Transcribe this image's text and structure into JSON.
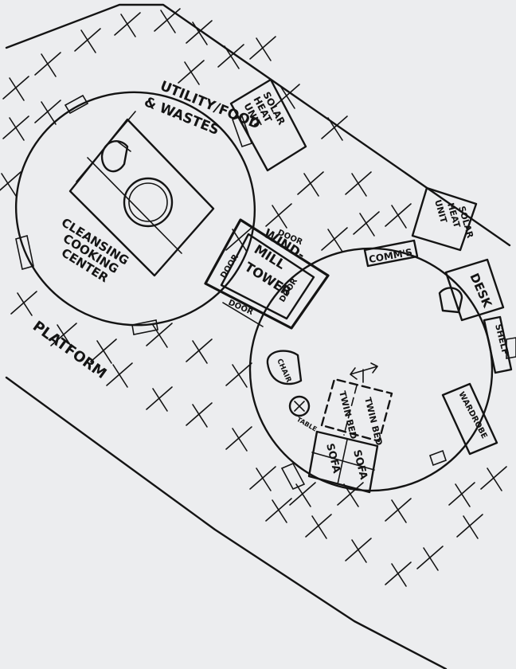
{
  "labels": {
    "utility_food": "UTILITY/FOOD",
    "wastes": "& WASTES",
    "cleansing": "CLEANSING",
    "cooking": "COOKING",
    "center": "CENTER",
    "platform": "PLATFORM",
    "solar_heat_1": "SOLAR",
    "solar_heat_2": "HEAT",
    "solar_heat_3": "UNIT",
    "solar_heat_b_1": "SOLAR",
    "solar_heat_b_2": "HEAT",
    "solar_heat_b_3": "UNIT",
    "windmill_1": "WIND-",
    "windmill_2": "MILL",
    "windmill_3": "TOWER",
    "door_top": "DOOR",
    "door_left": "DOOR",
    "door_right": "DOOR",
    "door_bottom": "DOOR",
    "comms": "COMM'S",
    "desk": "DESK",
    "shelf": "SHELF",
    "wardrobe": "WARDROBE",
    "chair": "CHAIR",
    "table": "TABLE",
    "twin_bed_1": "TWIN BED",
    "twin_bed_2": "TWIN BED",
    "sofa_1": "SOFA",
    "sofa_2": "SOFA"
  }
}
